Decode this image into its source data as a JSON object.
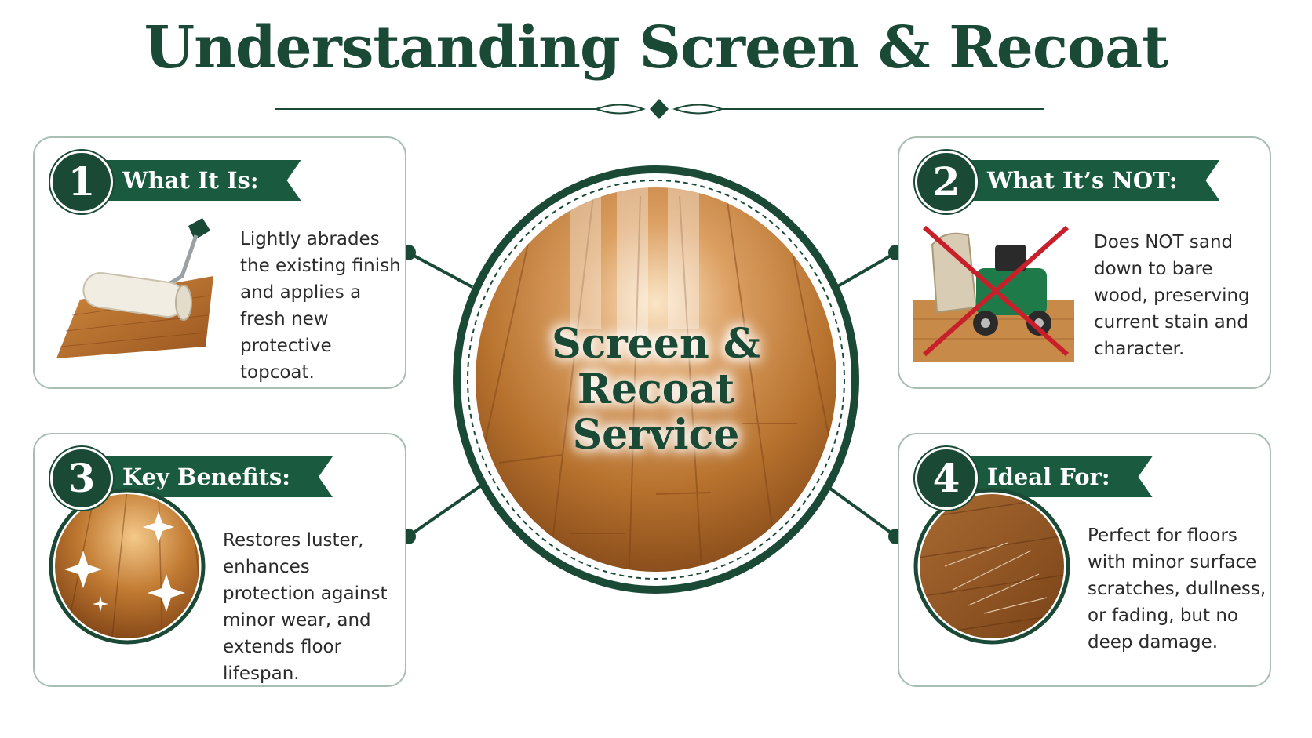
{
  "title": "Understanding Screen & Recoat",
  "center": {
    "line1": "Screen &",
    "line2": "Recoat",
    "line3": "Service"
  },
  "cards": [
    {
      "number": "1",
      "heading": "What It Is:",
      "text": "Lightly abrades the existing finish and applies a fresh new protective topcoat.",
      "icon": "paint-roller-icon"
    },
    {
      "number": "2",
      "heading": "What It’s NOT:",
      "text": "Does NOT sand down to bare wood, preserving current stain and character.",
      "icon": "crossed-out-sander-icon"
    },
    {
      "number": "3",
      "heading": "Key Benefits:",
      "text": "Restores luster, enhances protection against minor wear, and extends floor lifespan.",
      "icon": "sparkle-floor-icon"
    },
    {
      "number": "4",
      "heading": "Ideal For:",
      "text": "Perfect for floors with minor surface scratches, dullness, or fading, but no deep damage.",
      "icon": "scratched-floor-icon"
    }
  ],
  "colors": {
    "brand_green": "#1a4a35",
    "ribbon_green": "#1a5a3e",
    "card_border": "#a9bfb4",
    "wood": "#b8742f",
    "cross_red": "#c8202a"
  }
}
